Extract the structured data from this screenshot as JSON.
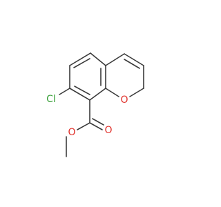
{
  "molecule": {
    "atoms": {
      "cl": "Cl",
      "o_ring": "O",
      "o_carbonyl": "O",
      "o_ester": "O"
    },
    "colors": {
      "bond": "#3a3a3a",
      "chlorine": "#3aa03a",
      "oxygen": "#e0302a"
    }
  }
}
